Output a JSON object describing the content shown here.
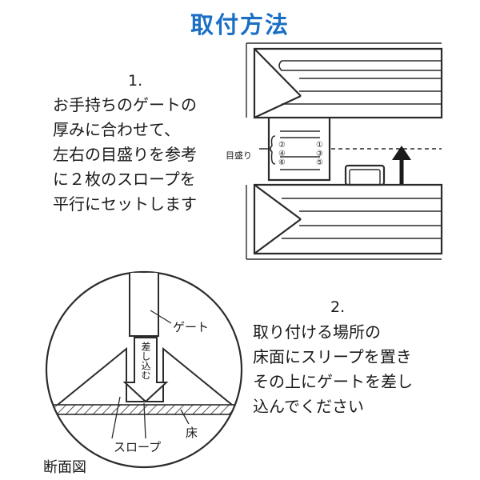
{
  "title": "取付方法",
  "step1": {
    "number": "1.",
    "lines": [
      "お手持ちのゲートの",
      "厚みに合わせて、",
      "左右の目盛りを参考",
      "に２枚のスロープを",
      "平行にセットします"
    ],
    "scale_label": "目盛り",
    "scale_marks_left": [
      "②",
      "④",
      "⑥"
    ],
    "scale_marks_right": [
      "①",
      "③",
      "⑤"
    ]
  },
  "step2": {
    "number": "2.",
    "lines": [
      "取り付ける場所の",
      "床面にスリープを置き",
      "その上にゲートを差し",
      "込んでください"
    ]
  },
  "section": {
    "gate_label": "ゲート",
    "insert_label": "差し込む",
    "slope_label": "スロープ",
    "floor_label": "床",
    "caption": "断面図"
  },
  "colors": {
    "title": "#1a6fc4",
    "line": "#2b2b2b",
    "hatch": "#2b2b2b"
  }
}
